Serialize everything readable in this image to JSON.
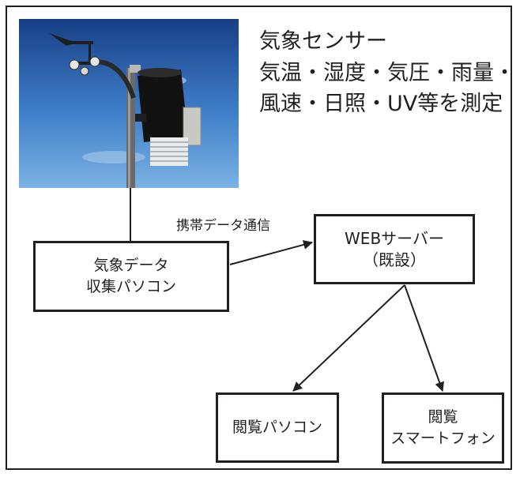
{
  "photo": {
    "description_icon": "weather-station-photo-icon",
    "sky_color_top": "#1f4e9a",
    "sky_color_bottom": "#6fa6dc"
  },
  "caption": {
    "line1": "気象センサー",
    "line2": "気温・湿度・気圧・雨量・",
    "line3": "風速・日照・UV等を測定"
  },
  "nodes": {
    "collector": {
      "line1": "気象データ",
      "line2": "収集パソコン"
    },
    "server": {
      "line1": "WEBサーバー",
      "line2": "（既設）"
    },
    "pc": {
      "line1": "閲覧パソコン"
    },
    "phone": {
      "line1": "閲覧",
      "line2": "スマートフォン"
    }
  },
  "edges": {
    "collector_to_server_label": "携帯データ通信"
  },
  "colors": {
    "line": "#231f20",
    "background": "#ffffff"
  }
}
